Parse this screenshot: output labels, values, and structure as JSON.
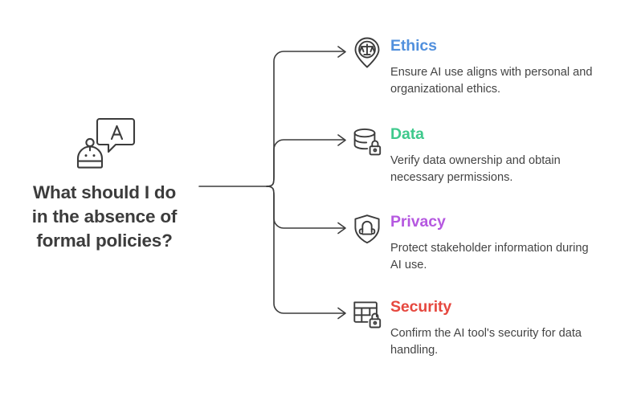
{
  "diagram": {
    "type": "branching-mind-map",
    "background_color": "#ffffff",
    "root": {
      "icon": "robot-chat-icon",
      "question": "What should I do\nin the absence of\nformal policies?",
      "text_color": "#3c3c3c"
    },
    "connector": {
      "color": "#3c3c3c",
      "stroke_width": 1.6,
      "arrow_heads": 4
    },
    "branches": [
      {
        "icon": "ethics-scale-pin-icon",
        "title": "Ethics",
        "color": "#5190dd",
        "description": "Ensure AI use aligns with personal and organizational ethics."
      },
      {
        "icon": "database-lock-icon",
        "title": "Data",
        "color": "#3ec98c",
        "description": "Verify data ownership and obtain necessary permissions."
      },
      {
        "icon": "shield-privacy-icon",
        "title": "Privacy",
        "color": "#b558e0",
        "description": "Protect stakeholder information during AI use."
      },
      {
        "icon": "table-lock-icon",
        "title": "Security",
        "color": "#e6483f",
        "description": "Confirm the AI tool's security for data handling."
      }
    ]
  }
}
